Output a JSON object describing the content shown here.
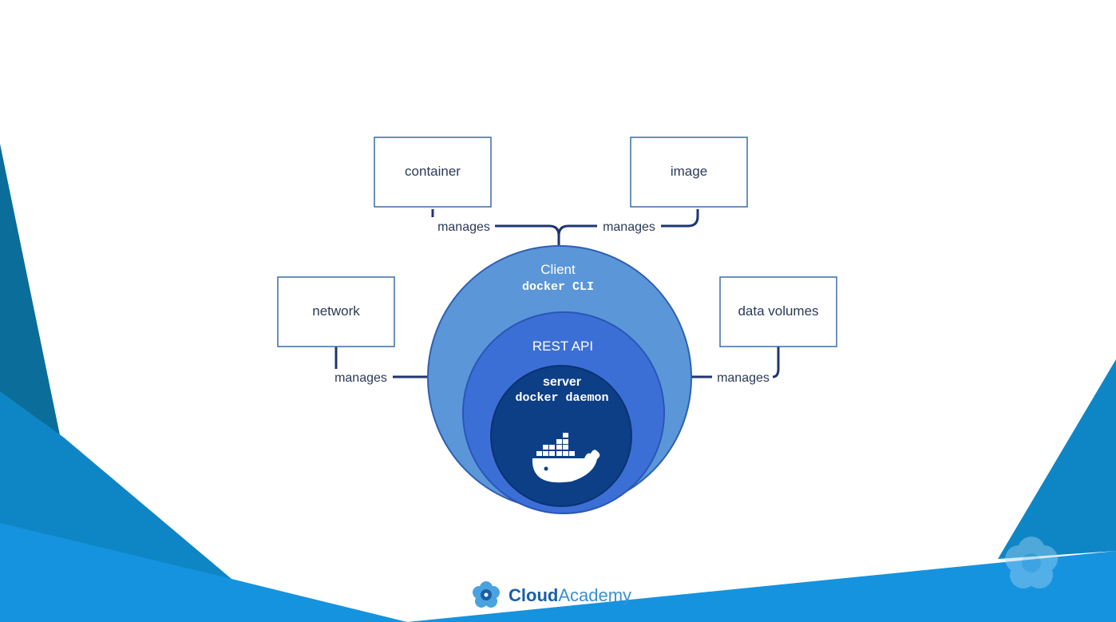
{
  "colors": {
    "client_ring": "#5b97d8",
    "api_ring": "#3c6fd6",
    "server_ring": "#0d3f87",
    "connector": "#1e3570",
    "box_border": "#3c6ca8",
    "brand_blue": "#1a5fa8",
    "background_accent": "#0e7dc2"
  },
  "nodes": {
    "container": "container",
    "image": "image",
    "network": "network",
    "data_volumes": "data volumes"
  },
  "edges": {
    "container": "manages",
    "image": "manages",
    "network": "manages",
    "data_volumes": "manages"
  },
  "rings": {
    "client_title": "Client",
    "client_sub": "docker CLI",
    "api_title": "REST API",
    "server_title": "server",
    "server_sub": "docker daemon"
  },
  "server_icon": "docker-whale-icon",
  "brand": {
    "logo_icon": "cloudacademy-logo-icon",
    "part1": "Cloud",
    "part2": "Academy"
  },
  "corner_icon": "cloudacademy-watermark-icon"
}
